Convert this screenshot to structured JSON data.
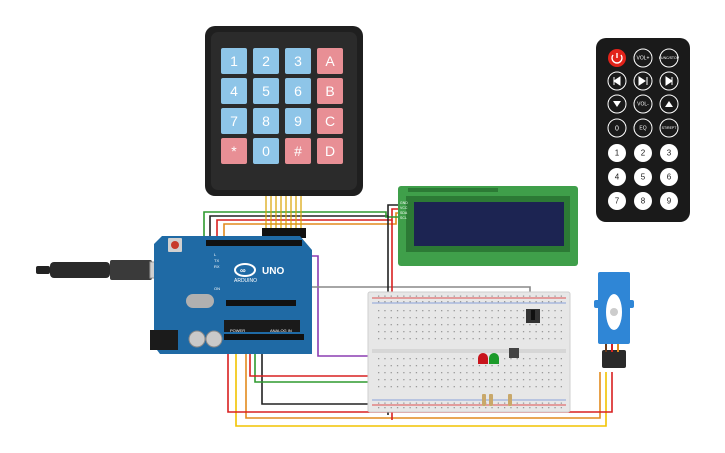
{
  "keypad": {
    "keys": [
      {
        "label": "1",
        "kind": "num"
      },
      {
        "label": "2",
        "kind": "num"
      },
      {
        "label": "3",
        "kind": "num"
      },
      {
        "label": "A",
        "kind": "letter"
      },
      {
        "label": "4",
        "kind": "num"
      },
      {
        "label": "5",
        "kind": "num"
      },
      {
        "label": "6",
        "kind": "num"
      },
      {
        "label": "B",
        "kind": "letter"
      },
      {
        "label": "7",
        "kind": "num"
      },
      {
        "label": "8",
        "kind": "num"
      },
      {
        "label": "9",
        "kind": "num"
      },
      {
        "label": "C",
        "kind": "letter"
      },
      {
        "label": "*",
        "kind": "letter"
      },
      {
        "label": "0",
        "kind": "num"
      },
      {
        "label": "#",
        "kind": "letter"
      },
      {
        "label": "D",
        "kind": "letter"
      }
    ]
  },
  "remote": {
    "top_row": [
      "power-icon",
      "VOL+",
      "FUNC/STOP"
    ],
    "nav_row": [
      "prev-icon",
      "play-pause-icon",
      "next-icon"
    ],
    "third_row": [
      "down-icon",
      "VOL-",
      "up-icon"
    ],
    "digit_row": [
      "0",
      "EQ",
      "ST/REPT"
    ],
    "numbers": [
      "1",
      "2",
      "3",
      "4",
      "5",
      "6",
      "7",
      "8",
      "9"
    ]
  },
  "arduino": {
    "model": "UNO",
    "brand": "ARDUINO",
    "header_analog": "ANALOG IN",
    "header_power": "POWER",
    "pin_labels": [
      "TX",
      "RX",
      "L"
    ],
    "on_label": "ON"
  },
  "lcd": {
    "pin_labels": [
      "GND",
      "VCC",
      "SDA",
      "SCL"
    ]
  },
  "colors": {
    "keypad_body": "#1f1f1f",
    "key_blue": "#8ec5e8",
    "key_red": "#e88f95",
    "arduino_blue": "#1f6aa5",
    "lcd_green": "#3f9f4a",
    "lcd_screen": "#1c2452",
    "breadboard": "#e7e7e7",
    "wire_red": "#d92020",
    "wire_black": "#222222",
    "wire_yellow": "#f2c300",
    "wire_green": "#2f9a2f",
    "wire_purple": "#8b3db2",
    "wire_orange": "#e28a1d",
    "wire_gray": "#888888",
    "servo_blue": "#2f86d6",
    "remote_body": "#1a1a1a"
  }
}
